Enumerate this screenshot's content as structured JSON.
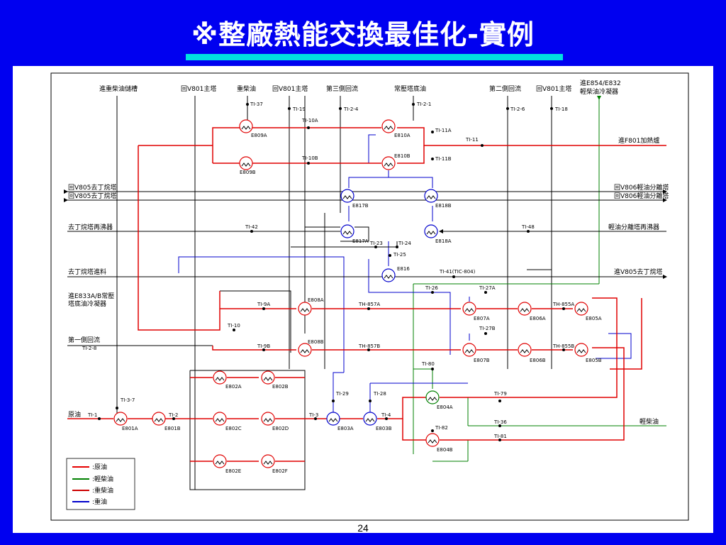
{
  "slide": {
    "title": "※整廠熱能交換最佳化-實例",
    "page_number": "24",
    "colors": {
      "background": "#0000f0",
      "crude": "#e60000",
      "light_diesel": "#008000",
      "heavy_diesel": "#cc0000",
      "heavy_oil": "#0000cc"
    }
  },
  "top_labels": {
    "l1": "進重柴油儲槽",
    "l2": "回V801主塔",
    "l3": "重柴油",
    "l4": "回V801主塔",
    "l5": "第三側回流",
    "l6": "常壓塔底油",
    "l7": "第二側回流",
    "l8": "回V801主塔",
    "l9a": "進E854/E832",
    "l9b": "輕柴油冷凝器"
  },
  "side_labels": {
    "v805_1": "回V805去丁烷塔",
    "v805_2": "回V805去丁烷塔",
    "v806_1": "回V806輕油分離塔",
    "v806_2": "回V806輕油分離塔",
    "reboiler_l": "去丁烷塔再沸器",
    "reboiler_r": "輕油分離塔再沸器",
    "feed_l": "去丁烷塔進料",
    "feed_r": "進V805去丁烷塔",
    "e833a": "進E833A/B常壓",
    "e833b": "塔底油冷凝器",
    "side1": "第一側回流",
    "f801": "進F801加熱爐",
    "crude": "原油",
    "light_diesel": "輕柴油"
  },
  "instruments": {
    "ti37": "TI-37",
    "ti19": "TI-19",
    "ti24a": "TI-2-4",
    "ti21": "TI-2-1",
    "ti26a": "TI-2-6",
    "ti18": "TI-18",
    "ti10a": "TI-10A",
    "ti10b": "TI-10B",
    "ti11a": "TI-11A",
    "ti11": "TI-11",
    "ti11b": "TI-11B",
    "ti42": "TI-42",
    "ti48": "TI-48",
    "ti23": "TI-23",
    "ti24": "TI-24",
    "ti25": "TI-25",
    "ti41": "TI-41(TIC-804)",
    "ti26": "TI-26",
    "ti27a": "TI-27A",
    "ti27b": "TI-27B",
    "ti9a": "TI-9A",
    "ti9b": "TI-9B",
    "ti10": "TI-10",
    "th857a": "TH-857A",
    "th857b": "TH-857B",
    "th855a": "TH-855A",
    "th855b": "TH-855B",
    "ti28b": "TI-2-8",
    "ti80": "TI-80",
    "ti29": "TI-29",
    "ti28": "TI-28",
    "ti79": "TI-79",
    "ti37b": "TI-3-7",
    "ti1": "TI-1",
    "ti2": "TI-2",
    "ti3": "TI-3",
    "ti4": "TI-4",
    "ti36": "TI-36",
    "ti82": "TI-82",
    "ti81": "TI-81"
  },
  "exchangers": {
    "e809a": "E809A",
    "e809b": "E809B",
    "e810a": "E810A",
    "e810b": "E810B",
    "e817a": "E817A",
    "e817b": "E817B",
    "e818a": "E818A",
    "e818b": "E818B",
    "e816": "E816",
    "e808a": "E808A",
    "e808b": "E808B",
    "e807a": "E807A",
    "e807b": "E807B",
    "e806a": "E806A",
    "e806b": "E806B",
    "e805a": "E805A",
    "e805b": "E805B",
    "e802a": "E802A",
    "e802b": "E802B",
    "e802c": "E802C",
    "e802d": "E802D",
    "e802e": "E802E",
    "e802f": "E802F",
    "e801a": "E801A",
    "e801b": "E801B",
    "e803a": "E803A",
    "e803b": "E803B",
    "e804a": "E804A",
    "e804b": "E804B"
  },
  "legend": [
    {
      "label": ":原油",
      "color": "#e60000"
    },
    {
      "label": ":輕柴油",
      "color": "#008000"
    },
    {
      "label": ":重柴油",
      "color": "#cc0000"
    },
    {
      "label": ":重油",
      "color": "#0000cc"
    }
  ]
}
